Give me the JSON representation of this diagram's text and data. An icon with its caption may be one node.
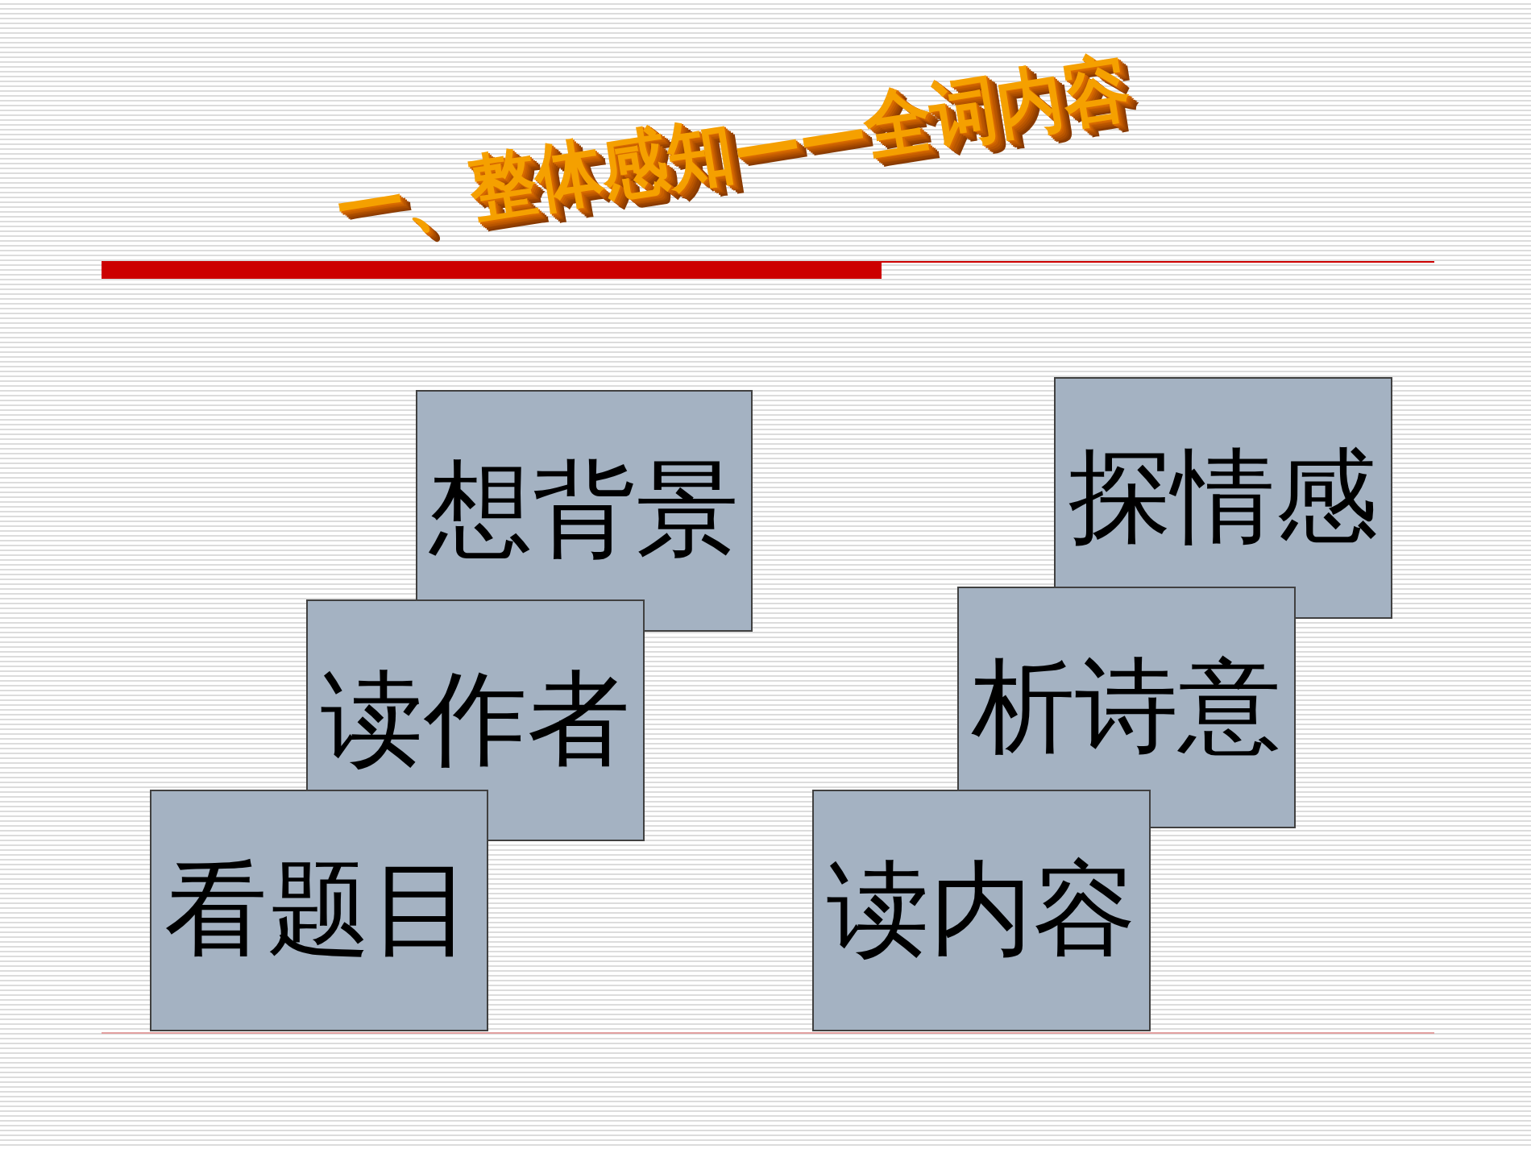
{
  "diagram": {
    "title": "一、整体感知——全词内容",
    "nodes": [
      {
        "text": [
          "看题目"
        ]
      },
      {
        "text": [
          "读作者"
        ]
      },
      {
        "text": [
          "想背景"
        ]
      },
      {
        "text": [
          "读内容"
        ]
      },
      {
        "text": [
          "析诗意"
        ]
      },
      {
        "text": [
          "探情感"
        ]
      }
    ]
  }
}
